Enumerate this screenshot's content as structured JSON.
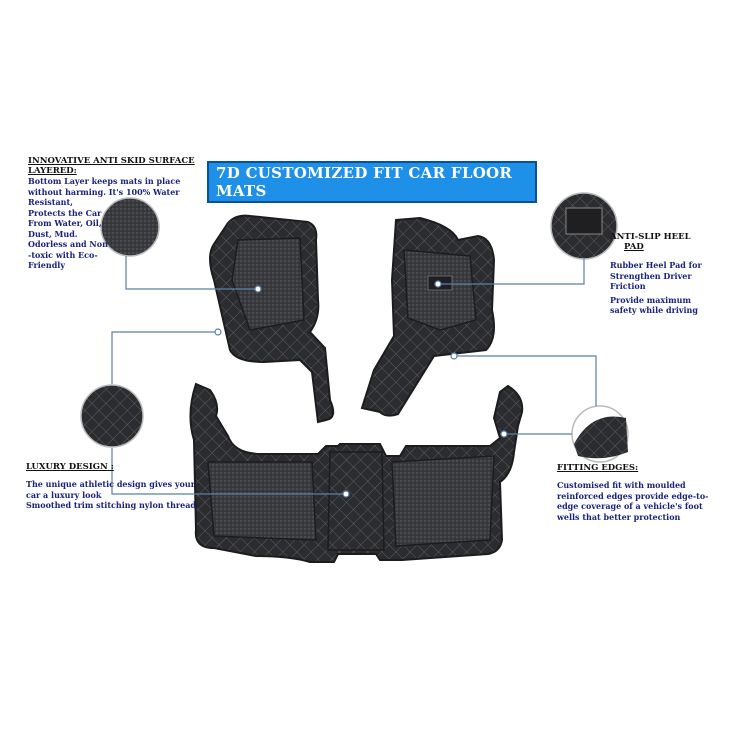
{
  "banner": {
    "title": "7D CUSTOMIZED FIT CAR FLOOR MATS"
  },
  "features": {
    "anti_skid": {
      "heading": "INNOVATIVE ANTI SKID SURFACE LAYERED:",
      "lines": [
        "Bottom Layer keeps mats in place",
        "without harming. It's 100% Water",
        "Resistant,",
        "Protects the Car",
        "From Water, Oil,",
        "Dust, Mud.",
        "Odorless and Non",
        "-toxic with Eco-",
        "Friendly"
      ]
    },
    "heel_pad": {
      "heading_line1": "ANTI-SLIP HEEL",
      "heading_line2": "PAD",
      "lines": [
        "Rubber Heel Pad for",
        "Strengthen Driver",
        "Friction"
      ],
      "lines2": [
        "Provide maximum",
        "safety while driving"
      ]
    },
    "luxury": {
      "heading": "LUXURY DESIGN :",
      "lines": [
        "The unique athletic  design gives your",
        "car a luxury look",
        "Smoothed trim stitching nylon thread"
      ]
    },
    "fitting": {
      "heading": "FITTING EDGES:",
      "lines": [
        "Customised fit with moulded",
        "reinforced edges provide edge-to-",
        "edge coverage of a vehicle's foot",
        "wells that better protection"
      ]
    }
  },
  "colors": {
    "banner": "#1e90e8",
    "mat": "#2e2f33",
    "callout_line": "#5b7fa6",
    "body_text": "#1a237e"
  }
}
